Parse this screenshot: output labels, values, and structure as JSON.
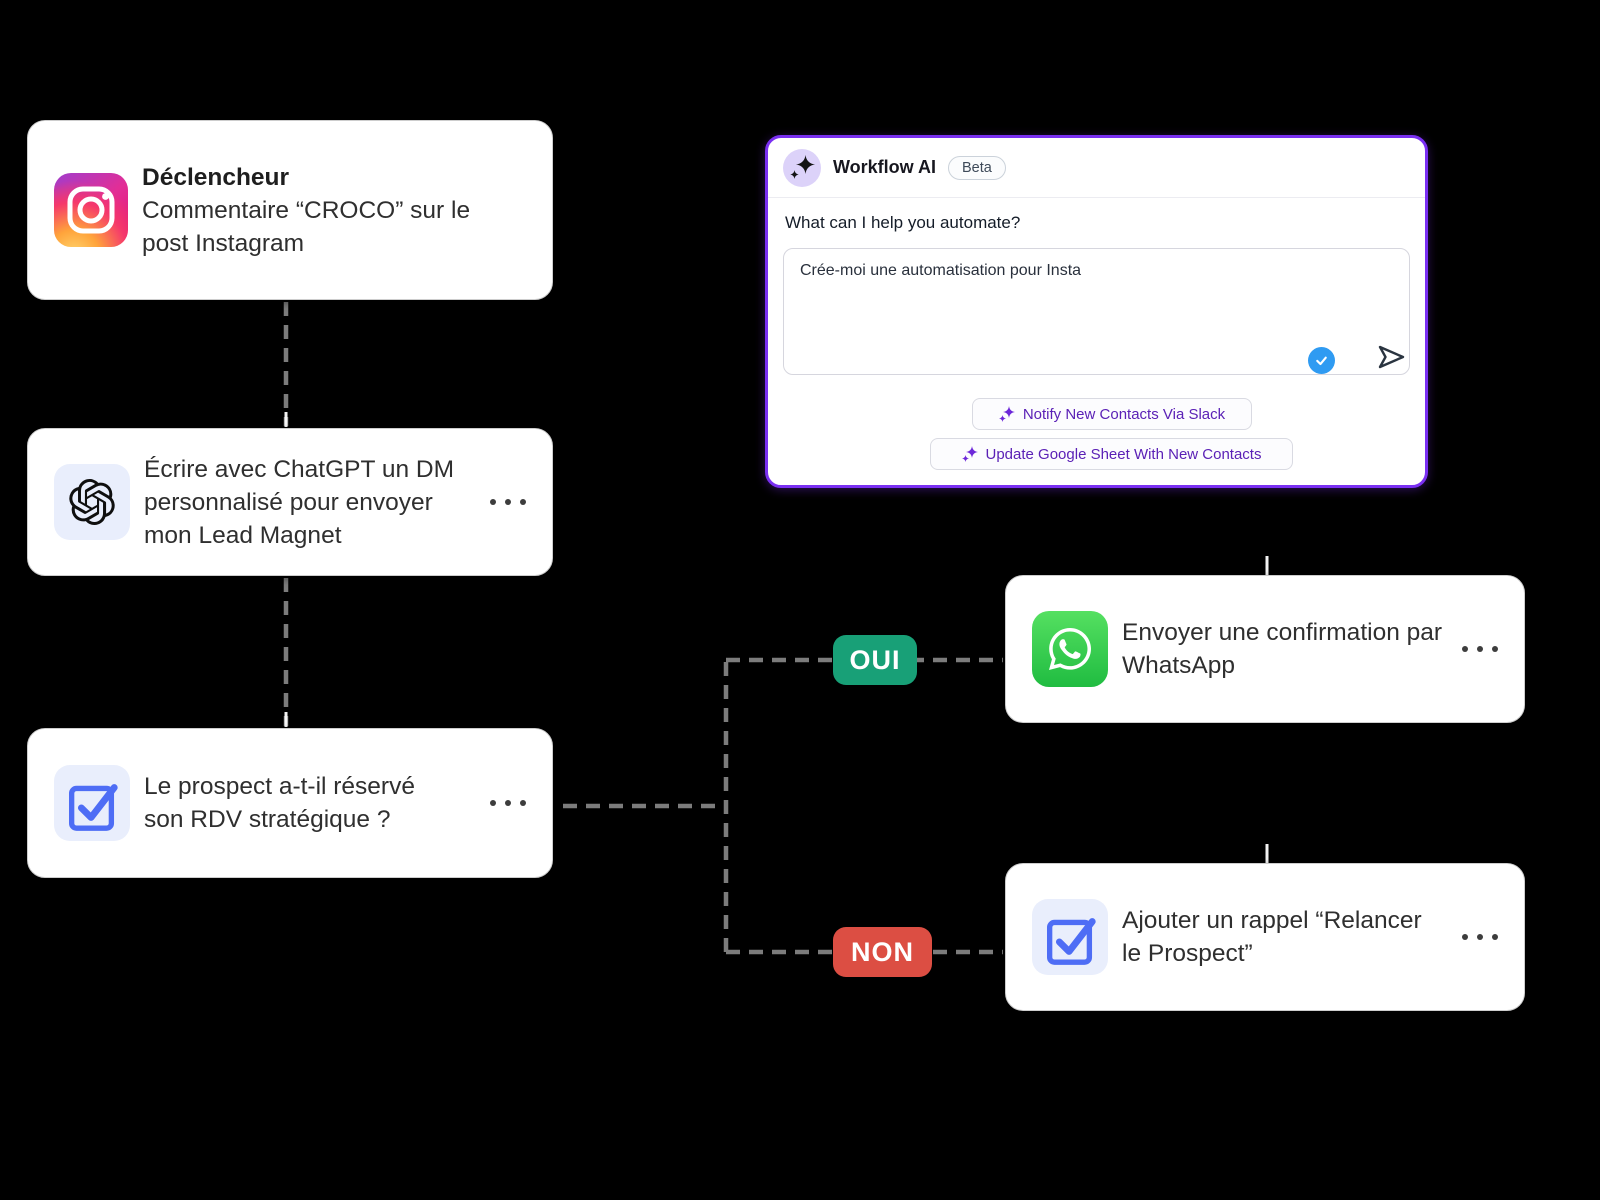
{
  "flow": {
    "trigger_card": {
      "title": "Déclencheur",
      "lines": [
        "Commentaire “CROCO” sur le",
        "post Instagram"
      ]
    },
    "chatgpt_card": {
      "lines": [
        "Écrire avec ChatGPT un DM",
        "personnalisé pour envoyer",
        "mon Lead Magnet"
      ]
    },
    "decision_card": {
      "lines": [
        "Le prospect a-t-il réservé",
        "son RDV stratégique ?"
      ]
    },
    "whatsapp_card": {
      "lines": [
        "Envoyer une confirmation par",
        "WhatsApp"
      ]
    },
    "reminder_card": {
      "lines": [
        "Ajouter un rappel “Relancer",
        "le Prospect”"
      ]
    },
    "yes_label": "OUI",
    "no_label": "NON"
  },
  "ai_panel": {
    "title": "Workflow AI",
    "beta_badge": "Beta",
    "question": "What can I help you automate?",
    "input_value": "Crée-moi une automatisation pour Insta",
    "suggestions": [
      "Notify New Contacts Via Slack",
      "Update Google Sheet With New Contacts"
    ]
  },
  "icons": {
    "instagram": "instagram-camera",
    "chatgpt": "openai-logo",
    "checkbox": "blue-checkbox",
    "whatsapp": "whatsapp-phone",
    "sparkles": "ai-sparkles",
    "send": "paper-plane",
    "sent_status": "blue-check-circle",
    "more": "ellipsis-dots"
  },
  "colors": {
    "panel_border": "#7A2FF2",
    "yes_green": "#18A077",
    "no_red": "#DC4E43",
    "status_blue": "#2F9BF2",
    "checkbox_blue": "#4E6DF5",
    "suggestion_text": "#5B21B6",
    "connector_gray": "#7C7C7C"
  }
}
